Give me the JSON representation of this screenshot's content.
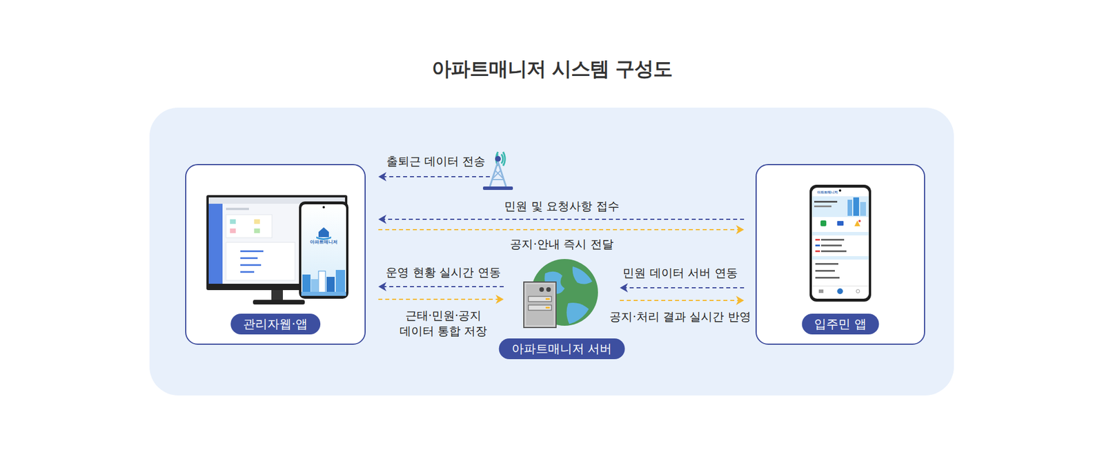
{
  "diagram": {
    "title": "아파트매니저 시스템 구성도",
    "nodes": [
      {
        "text": [
          "관리자웹·앱"
        ]
      },
      {
        "text": [
          "입주민 앱"
        ]
      },
      {
        "text": [
          "아파트매니저 서버"
        ]
      }
    ],
    "edges": [
      {
        "from": 1,
        "to": 0,
        "arrow": "to",
        "label": "민원 및 요청사항 접수"
      },
      {
        "from": 0,
        "to": 1,
        "arrow": "to",
        "label": "공지·안내 즉시 전달"
      },
      {
        "from": 2,
        "to": 0,
        "arrow": "to",
        "label": "운영 현황 실시간 연동"
      },
      {
        "from": 0,
        "to": 2,
        "arrow": "to",
        "label": "근태·민원·공지 데이터 통합 저장"
      },
      {
        "from": 1,
        "to": 2,
        "arrow": "to",
        "label": "민원 데이터 서버 연동"
      },
      {
        "from": 2,
        "to": 1,
        "arrow": "to",
        "label": "공지·처리 결과 실시간 반영"
      }
    ],
    "labels": [
      "출퇴근 데이터 전송",
      "아파트매니저",
      "아파트매니저"
    ]
  }
}
